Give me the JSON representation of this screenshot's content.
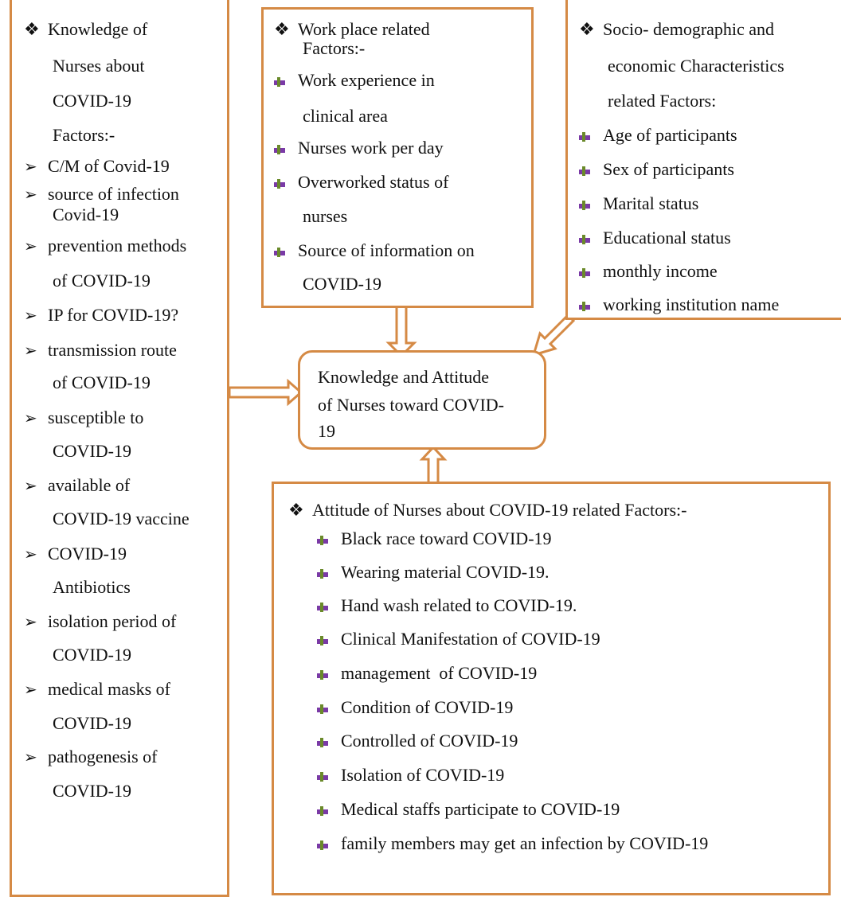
{
  "colors": {
    "border": "#d58a45",
    "text": "#111111",
    "bullet_hand": "#7a3aa6"
  },
  "icons": {
    "section_bullet": "four-diamond-bullet",
    "sub_bullet": "arrowhead-bullet",
    "list_bullet": "pointing-hand-bullet"
  },
  "left_box": {
    "title_lines": [
      "Knowledge of",
      "Nurses about",
      "COVID-19",
      "Factors:-"
    ],
    "items": [
      [
        "C/M of Covid-19"
      ],
      [
        "source of infection",
        "Covid-19"
      ],
      [
        "prevention methods",
        "of COVID-19"
      ],
      [
        "IP for COVID-19?"
      ],
      [
        "transmission route",
        "of COVID-19"
      ],
      [
        "susceptible to",
        "COVID-19"
      ],
      [
        "available of",
        "COVID-19 vaccine"
      ],
      [
        "COVID-19",
        "Antibiotics"
      ],
      [
        "isolation period of",
        "COVID-19"
      ],
      [
        "medical masks of",
        "COVID-19"
      ],
      [
        "pathogenesis of",
        "COVID-19"
      ]
    ]
  },
  "work_box": {
    "title_lines": [
      "Work place related",
      "Factors:-"
    ],
    "items": [
      [
        "Work experience in",
        "clinical area"
      ],
      [
        "Nurses work per day"
      ],
      [
        "Overworked status of",
        "nurses"
      ],
      [
        "Source of information on",
        "COVID-19"
      ]
    ]
  },
  "socio_box": {
    "title_lines": [
      "Socio- demographic and",
      "economic Characteristics",
      "related Factors:"
    ],
    "items": [
      "Age of participants",
      "Sex of participants",
      "Marital status",
      "Educational status",
      "monthly income",
      "working institution name"
    ]
  },
  "center_box": {
    "lines": [
      "Knowledge and Attitude",
      "of Nurses toward COVID-",
      "19"
    ]
  },
  "attitude_box": {
    "title": "Attitude of Nurses about COVID-19 related Factors:-",
    "items": [
      "Black race toward COVID-19",
      "Wearing material COVID-19.",
      "Hand wash related to COVID-19.",
      "Clinical Manifestation of COVID-19",
      "management  of COVID-19",
      "Condition of COVID-19",
      "Controlled of COVID-19",
      "Isolation of COVID-19",
      "Medical staffs participate to COVID-19",
      "family members may get an infection by COVID-19"
    ]
  }
}
